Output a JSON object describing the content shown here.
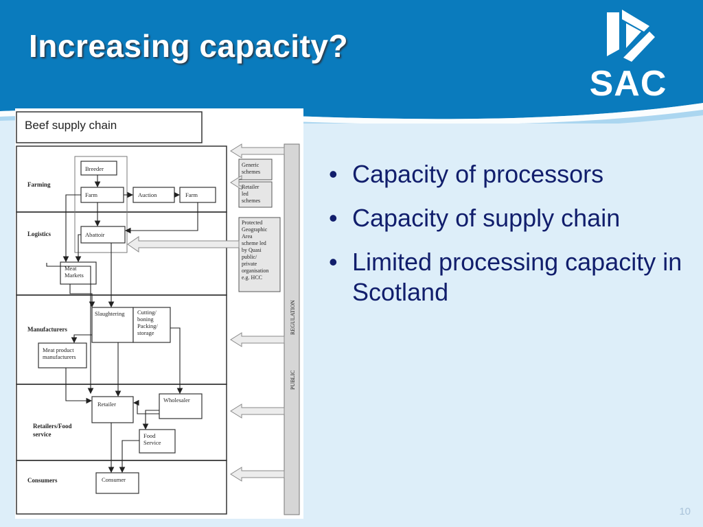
{
  "slide": {
    "title": "Increasing capacity?",
    "page_number": "10",
    "logo_text": "SAC",
    "colors": {
      "header": "#0a7bbd",
      "background": "#ddeef9",
      "title": "#ffffff",
      "bullet_text": "#111e6c"
    }
  },
  "bullets": [
    "Capacity of processors",
    "Capacity of supply chain",
    "Limited processing capacity in Scotland"
  ],
  "diagram": {
    "title": "Beef supply chain",
    "rows": [
      "Farming",
      "Logistics",
      "Manufacturers",
      "Retailers/Food service",
      "Consumers"
    ],
    "nodes": {
      "breeder": "Breeder",
      "farm1": "Farm",
      "auction": "Auction",
      "farm2": "Farm",
      "abattoir": "Abattoir",
      "meat_markets": "Meat Markets",
      "slaughtering": "Slaughtering",
      "cutting": "Cutting/ boning Packing/ storage",
      "meat_product_manufacturers": "Meat product manufacturers",
      "retailer": "Retailer",
      "wholesaler": "Wholesaler",
      "food_service": "Food Service",
      "consumer": "Consumer"
    },
    "schemes": {
      "generic": "Generic schemes",
      "retailer_led": "Retailer led schemes",
      "pga": "Protected Geographic Area scheme led by Quasi public/ private organisation e.g. HCC"
    },
    "bar": {
      "regulation": "REGULATION",
      "public": "PUBLIC"
    }
  }
}
